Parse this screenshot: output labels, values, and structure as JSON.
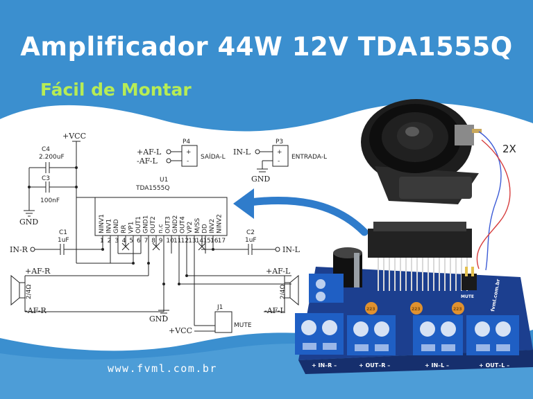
{
  "title": "Amplificador 44W 12V TDA1555Q",
  "subtitle": "Fácil de Montar",
  "footer_url": "www.fvml.com.br",
  "speaker_qty": "2X",
  "schematic": {
    "vcc_top": "+VCC",
    "c4_name": "C4",
    "c4_value": "2.200uF",
    "c3_name": "C3",
    "c3_value": "100nF",
    "gnd_left": "GND",
    "u1_name": "U1",
    "u1_part": "TDA1555Q",
    "ic_pins": [
      "NINV1",
      "INV1",
      "GND",
      "RR",
      "VP1",
      "OUT1",
      "GND1",
      "OUT2",
      "n.c",
      "OUT3",
      "GND2",
      "OUT4",
      "VP2",
      "M/SS",
      "DD",
      "INV2",
      "NINV2"
    ],
    "ic_pin_numbers": [
      "1",
      "2",
      "3",
      "4",
      "5",
      "6",
      "7",
      "8",
      "9",
      "10",
      "11",
      "12",
      "13",
      "14",
      "15",
      "16",
      "17"
    ],
    "p4_name": "P4",
    "p4_af_plus": "+AF-L",
    "p4_af_minus": "-AF-L",
    "p4_label": "SAÍDA-L",
    "p3_name": "P3",
    "p3_in": "IN-L",
    "p3_label": "ENTRADA-L",
    "gnd_p3": "GND",
    "c1_name": "C1",
    "c1_value": "1uF",
    "in_r": "IN-R",
    "c2_name": "C2",
    "c2_value": "1uF",
    "in_l": "IN-L",
    "af_r_plus": "+AF-R",
    "af_r_minus": "-AF-R",
    "af_l_plus": "+AF-L",
    "af_l_minus": "-AF-L",
    "spk_imp_left": "2/4Ω",
    "spk_imp_right": "2/4Ω",
    "gnd_bottom": "GND",
    "j1_name": "J1",
    "j1_label": "MUTE",
    "vcc_bottom": "+VCC",
    "pin_plus": "+",
    "pin_minus": "-"
  },
  "pcb": {
    "label_in_r": "+ IN–R –",
    "label_out_r": "+ OUT–R –",
    "label_in_l": "+ IN–L –",
    "label_out_l": "+ OUT–L –",
    "label_mute": "MUTE",
    "label_brand": "fvml.com.br",
    "cap_label": "223"
  },
  "colors": {
    "background_blue": "#3b8fcf",
    "title_white": "#ffffff",
    "subtitle_green": "#b7ec55",
    "terminal_blue": "#1f5fc4",
    "pcb_blue": "#1c3f8f",
    "arrow_blue": "#2f7ccb"
  }
}
